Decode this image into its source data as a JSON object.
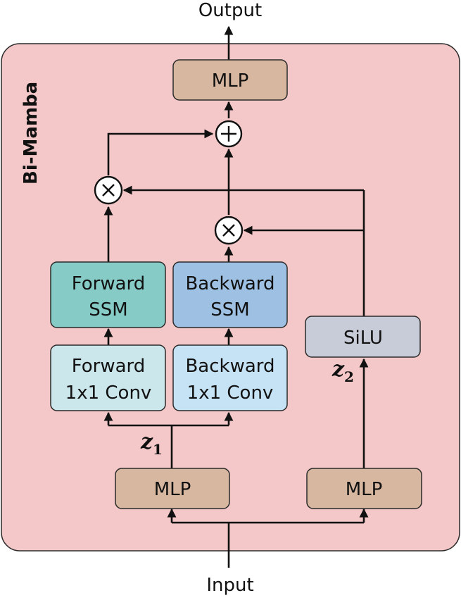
{
  "labels": {
    "output": "Output",
    "input": "Input",
    "block_title": "Bi-Mamba",
    "mlp_top": "MLP",
    "forward_ssm_l1": "Forward",
    "forward_ssm_l2": "SSM",
    "backward_ssm_l1": "Backward",
    "backward_ssm_l2": "SSM",
    "forward_conv_l1": "Forward",
    "forward_conv_l2": "1x1 Conv",
    "backward_conv_l1": "Backward",
    "backward_conv_l2": "1x1 Conv",
    "silu": "SiLU",
    "mlp_left": "MLP",
    "mlp_right": "MLP",
    "z1_var": "z",
    "z1_sub": "1",
    "z2_var": "z",
    "z2_sub": "2"
  },
  "colors": {
    "block_background": "#f4c8c8",
    "mlp": "#d7b7a0",
    "forward_ssm": "#86cbc6",
    "backward_ssm": "#9ec0e2",
    "forward_conv": "#cbe7ec",
    "backward_conv": "#c6e2f5",
    "silu": "#c8ccd8"
  }
}
